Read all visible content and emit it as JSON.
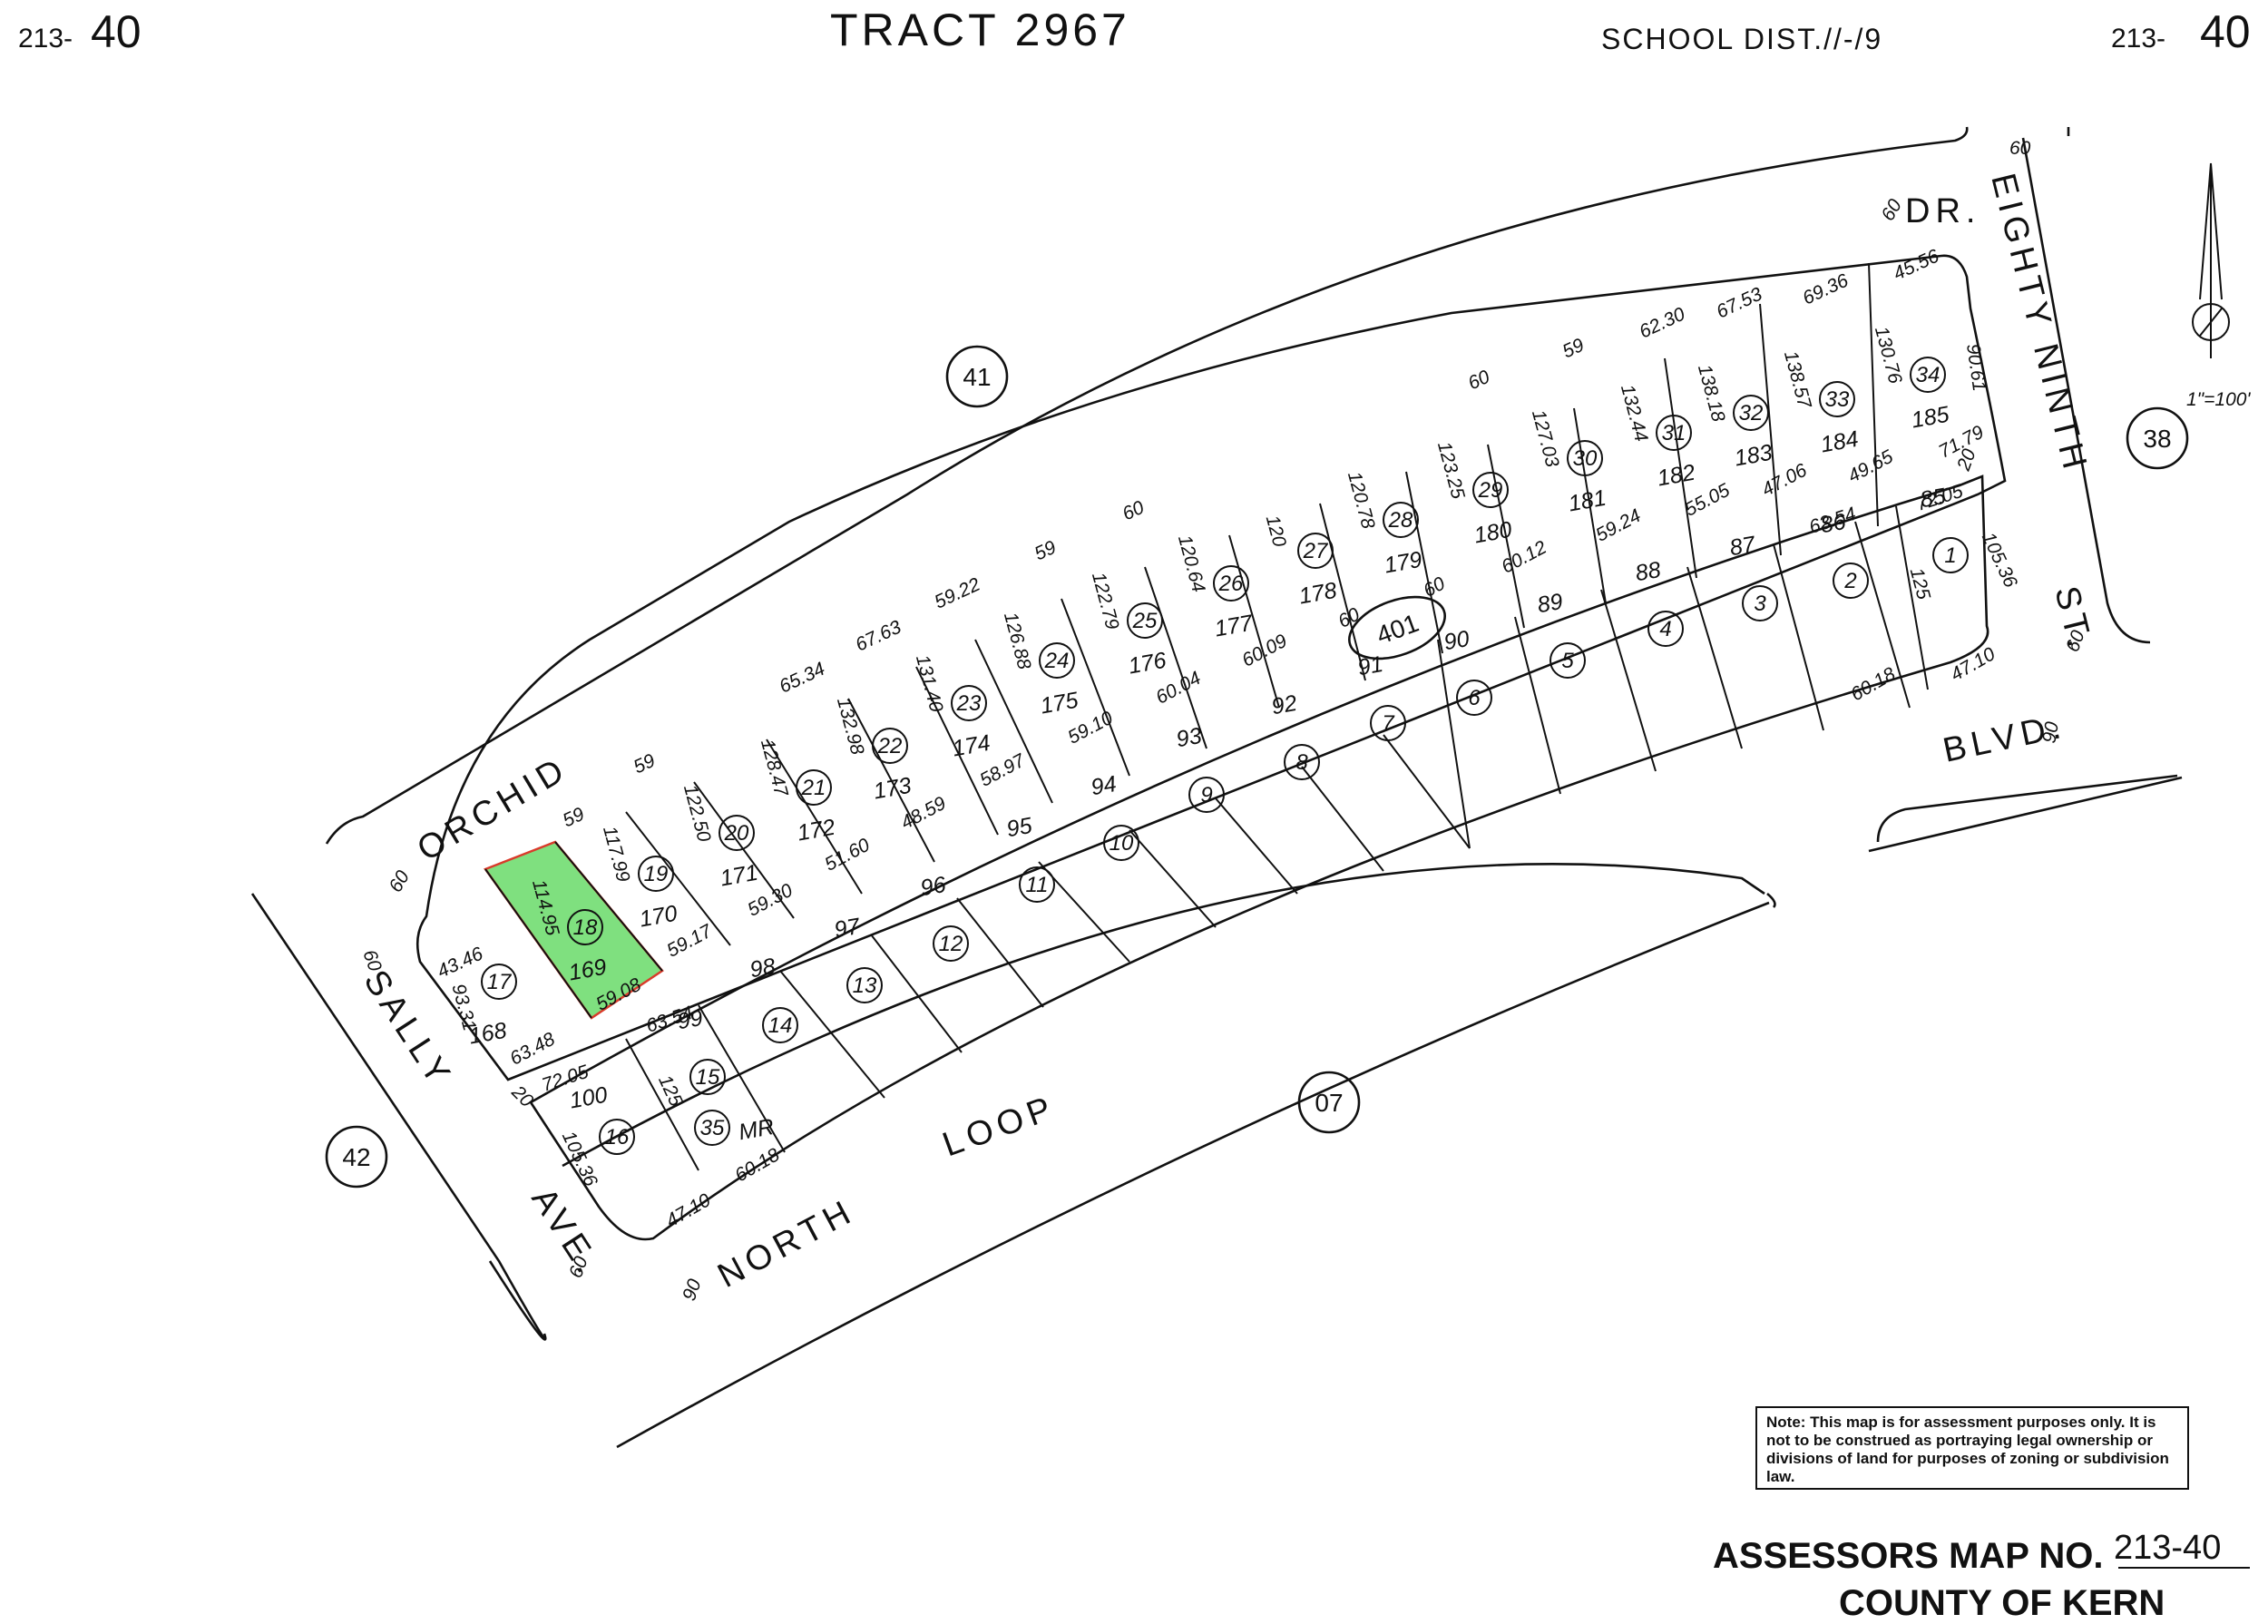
{
  "header": {
    "left_id_small": "213-",
    "left_id_big": "40",
    "title": "TRACT 2967",
    "school_dist": "SCHOOL DIST.//-/9",
    "right_id_small": "213-",
    "right_id_big": "40"
  },
  "streets": {
    "orchid": "ORCHID",
    "dr": "DR.",
    "eighty_ninth": "EIGHTY NINTH",
    "st": "ST.",
    "blvd": "BLVD.",
    "north": "NORTH",
    "loop": "LOOP",
    "sally": "SALLY",
    "ave": "AVE."
  },
  "street_widths": {
    "orchid_60": "60",
    "dr_60": "60",
    "eighty_ninth_60": "60",
    "st_60": "60",
    "blvd_90": "90",
    "north_loop_90": "90",
    "sally_60_top": "60",
    "ave_60": "60",
    "sally_20": "20",
    "corner_20": "20"
  },
  "blocks": {
    "b41": "41",
    "b38": "38",
    "b42": "42",
    "b07": "07",
    "b401": "401"
  },
  "north_arrow": {
    "scale": "1\"=100'"
  },
  "upper_lots": [
    {
      "lot": "17",
      "parcel": "168",
      "front": "43.46",
      "side": "93.31",
      "rear": "63.48"
    },
    {
      "lot": "18",
      "parcel": "169",
      "front": "59",
      "side": "114.95",
      "rear": "59.08",
      "highlighted": true
    },
    {
      "lot": "19",
      "parcel": "170",
      "front": "59",
      "side": "117.99",
      "rear": "59.17"
    },
    {
      "lot": "20",
      "parcel": "171",
      "front": "",
      "side": "122.50",
      "rear": "59.30"
    },
    {
      "lot": "21",
      "parcel": "172",
      "front": "65.34",
      "side": "128.47",
      "rear": "51.60"
    },
    {
      "lot": "22",
      "parcel": "173",
      "front": "67.63",
      "side": "132.98",
      "rear": "48.59"
    },
    {
      "lot": "23",
      "parcel": "174",
      "front": "59.22",
      "side": "131.40",
      "rear": "58.97"
    },
    {
      "lot": "24",
      "parcel": "175",
      "front": "59",
      "side": "126.88",
      "rear": "59.10"
    },
    {
      "lot": "25",
      "parcel": "176",
      "front": "60",
      "side": "122.79",
      "rear": "60.04"
    },
    {
      "lot": "26",
      "parcel": "177",
      "front": "",
      "side": "120.64",
      "rear": "60.09"
    },
    {
      "lot": "27",
      "parcel": "178",
      "front": "",
      "side": "120",
      "rear": "60"
    },
    {
      "lot": "28",
      "parcel": "179",
      "front": "",
      "side": "120.78",
      "rear": "60"
    },
    {
      "lot": "29",
      "parcel": "180",
      "front": "60",
      "side": "123.25",
      "rear": "60.12"
    },
    {
      "lot": "30",
      "parcel": "181",
      "front": "59",
      "side": "127.03",
      "rear": "59.24"
    },
    {
      "lot": "31",
      "parcel": "182",
      "front": "62.30",
      "side": "132.44",
      "rear": "55.05"
    },
    {
      "lot": "32",
      "parcel": "183",
      "front": "67.53",
      "side": "138.18",
      "rear": "47.06"
    },
    {
      "lot": "33",
      "parcel": "184",
      "front": "69.36",
      "side": "138.57",
      "rear": "49.65"
    },
    {
      "lot": "34",
      "parcel": "185",
      "front": "45.56",
      "side": "130.76",
      "rear": "71.79"
    }
  ],
  "upper_extra": {
    "lot34_side_east": "90.61"
  },
  "lower_lots": [
    {
      "lot": "16",
      "parcel": "100",
      "front": "72.05",
      "side": "105.36",
      "rear": "47.10"
    },
    {
      "lot": "15",
      "parcel": "99",
      "front": "63.54",
      "side": "125",
      "rear": ""
    },
    {
      "lot": "35",
      "parcel": "MR",
      "front": "",
      "side": "",
      "rear": "60.18"
    },
    {
      "lot": "14",
      "parcel": "98"
    },
    {
      "lot": "13",
      "parcel": "97"
    },
    {
      "lot": "12",
      "parcel": "96"
    },
    {
      "lot": "11",
      "parcel": "95"
    },
    {
      "lot": "10",
      "parcel": "94"
    },
    {
      "lot": "9",
      "parcel": "93"
    },
    {
      "lot": "8",
      "parcel": "92"
    },
    {
      "lot": "7",
      "parcel": "91"
    },
    {
      "lot": "6",
      "parcel": "90"
    },
    {
      "lot": "5",
      "parcel": "89"
    },
    {
      "lot": "4",
      "parcel": "88"
    },
    {
      "lot": "3",
      "parcel": "87"
    },
    {
      "lot": "2",
      "parcel": "86",
      "front": "63.54",
      "rear": "60.18"
    },
    {
      "lot": "1",
      "parcel": "85",
      "front": "72.05",
      "side": "105.36",
      "rear": "47.10",
      "side_west": "125"
    }
  ],
  "note": "Note: This map is for assessment purposes only. It is not to be construed as portraying legal ownership or divisions of land for purposes of zoning or subdivision law.",
  "footer": {
    "map_label": "ASSESSORS MAP NO.",
    "map_number": "213-40",
    "county": "COUNTY OF KERN"
  },
  "colors": {
    "highlight_fill": "#7fe07f",
    "highlight_stroke": "#d93b2b",
    "ink": "#111111"
  }
}
